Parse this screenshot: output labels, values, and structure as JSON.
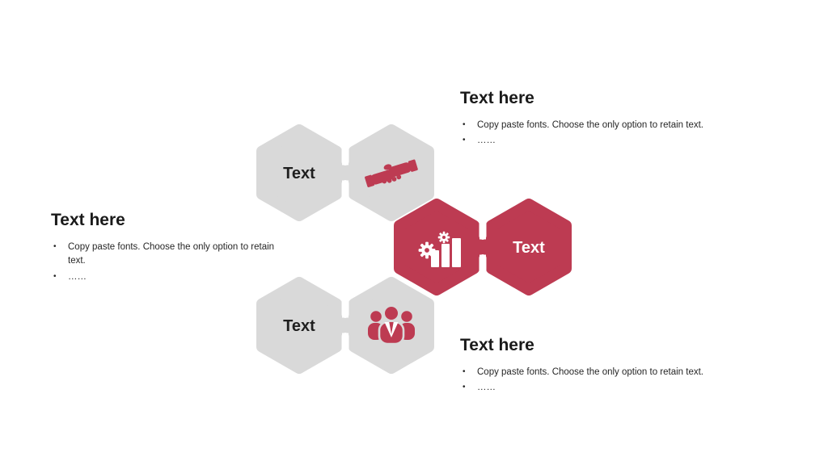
{
  "bullet_char": "•",
  "colors": {
    "background": "#ffffff",
    "gray": "#d9d9d9",
    "red": "#bd3b52",
    "heading_text": "#1a1a1a",
    "body_text": "#262626",
    "white": "#ffffff"
  },
  "hexes": {
    "top_left": {
      "label": "Text"
    },
    "top_right": {
      "icon": "handshake-icon"
    },
    "mid_left": {
      "icon": "gears-bar-chart-icon"
    },
    "mid_right": {
      "label": "Text"
    },
    "bottom_left": {
      "label": "Text"
    },
    "bottom_right": {
      "icon": "people-group-icon"
    }
  },
  "blocks": {
    "left": {
      "title": "Text here",
      "bullets": [
        "Copy paste fonts. Choose the only option to retain text.",
        "……"
      ]
    },
    "top_right": {
      "title": "Text here",
      "bullets": [
        "Copy paste fonts. Choose the only option to retain text.",
        "……"
      ]
    },
    "bottom_right": {
      "title": "Text here",
      "bullets": [
        "Copy paste fonts. Choose the only option to retain text.",
        "……"
      ]
    }
  }
}
